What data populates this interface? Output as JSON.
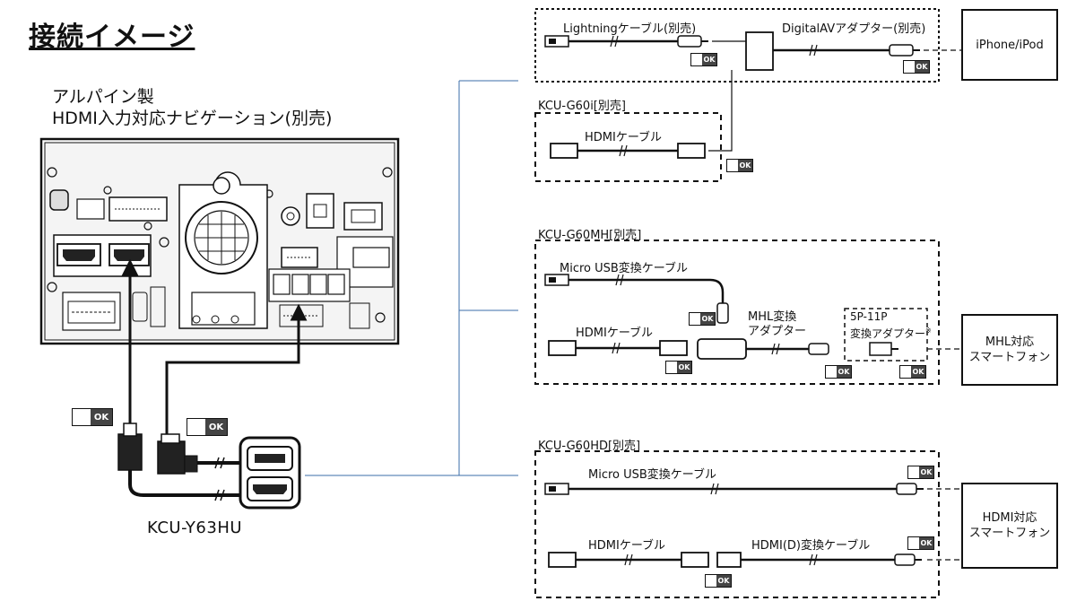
{
  "title": "接続イメージ",
  "navigation": {
    "line1": "アルパイン製",
    "line2": "HDMI入力対応ナビゲーション(別売)"
  },
  "hub_label": "KCU-Y63HU",
  "ok_text": "OK",
  "groups": {
    "apple": {
      "lightning_cable": "Lightningケーブル(別売)",
      "av_adapter": "DigitalAVアダプター(別売)",
      "device": "iPhone/iPod"
    },
    "g60i": {
      "label": "KCU-G60i[別売]",
      "hdmi_cable": "HDMIケーブル"
    },
    "g60mh": {
      "label": "KCU-G60MH[別売]",
      "usb_cable": "Micro USB変換ケーブル",
      "hdmi_cable": "HDMIケーブル",
      "mhl_adapter_line1": "MHL変換",
      "mhl_adapter_line2": "アダプター",
      "adapter_5p_line1": "5P-11P",
      "adapter_5p_line2": "変換アダプター",
      "note_mark": "※",
      "device_line1": "MHL対応",
      "device_line2": "スマートフォン"
    },
    "g60hd": {
      "label": "KCU-G60HD[別売]",
      "usb_cable": "Micro USB変換ケーブル",
      "hdmi_cable": "HDMIケーブル",
      "hdmi_d_cable": "HDMI(D)変換ケーブル",
      "device_line1": "HDMI対応",
      "device_line2": "スマートフォン"
    }
  }
}
